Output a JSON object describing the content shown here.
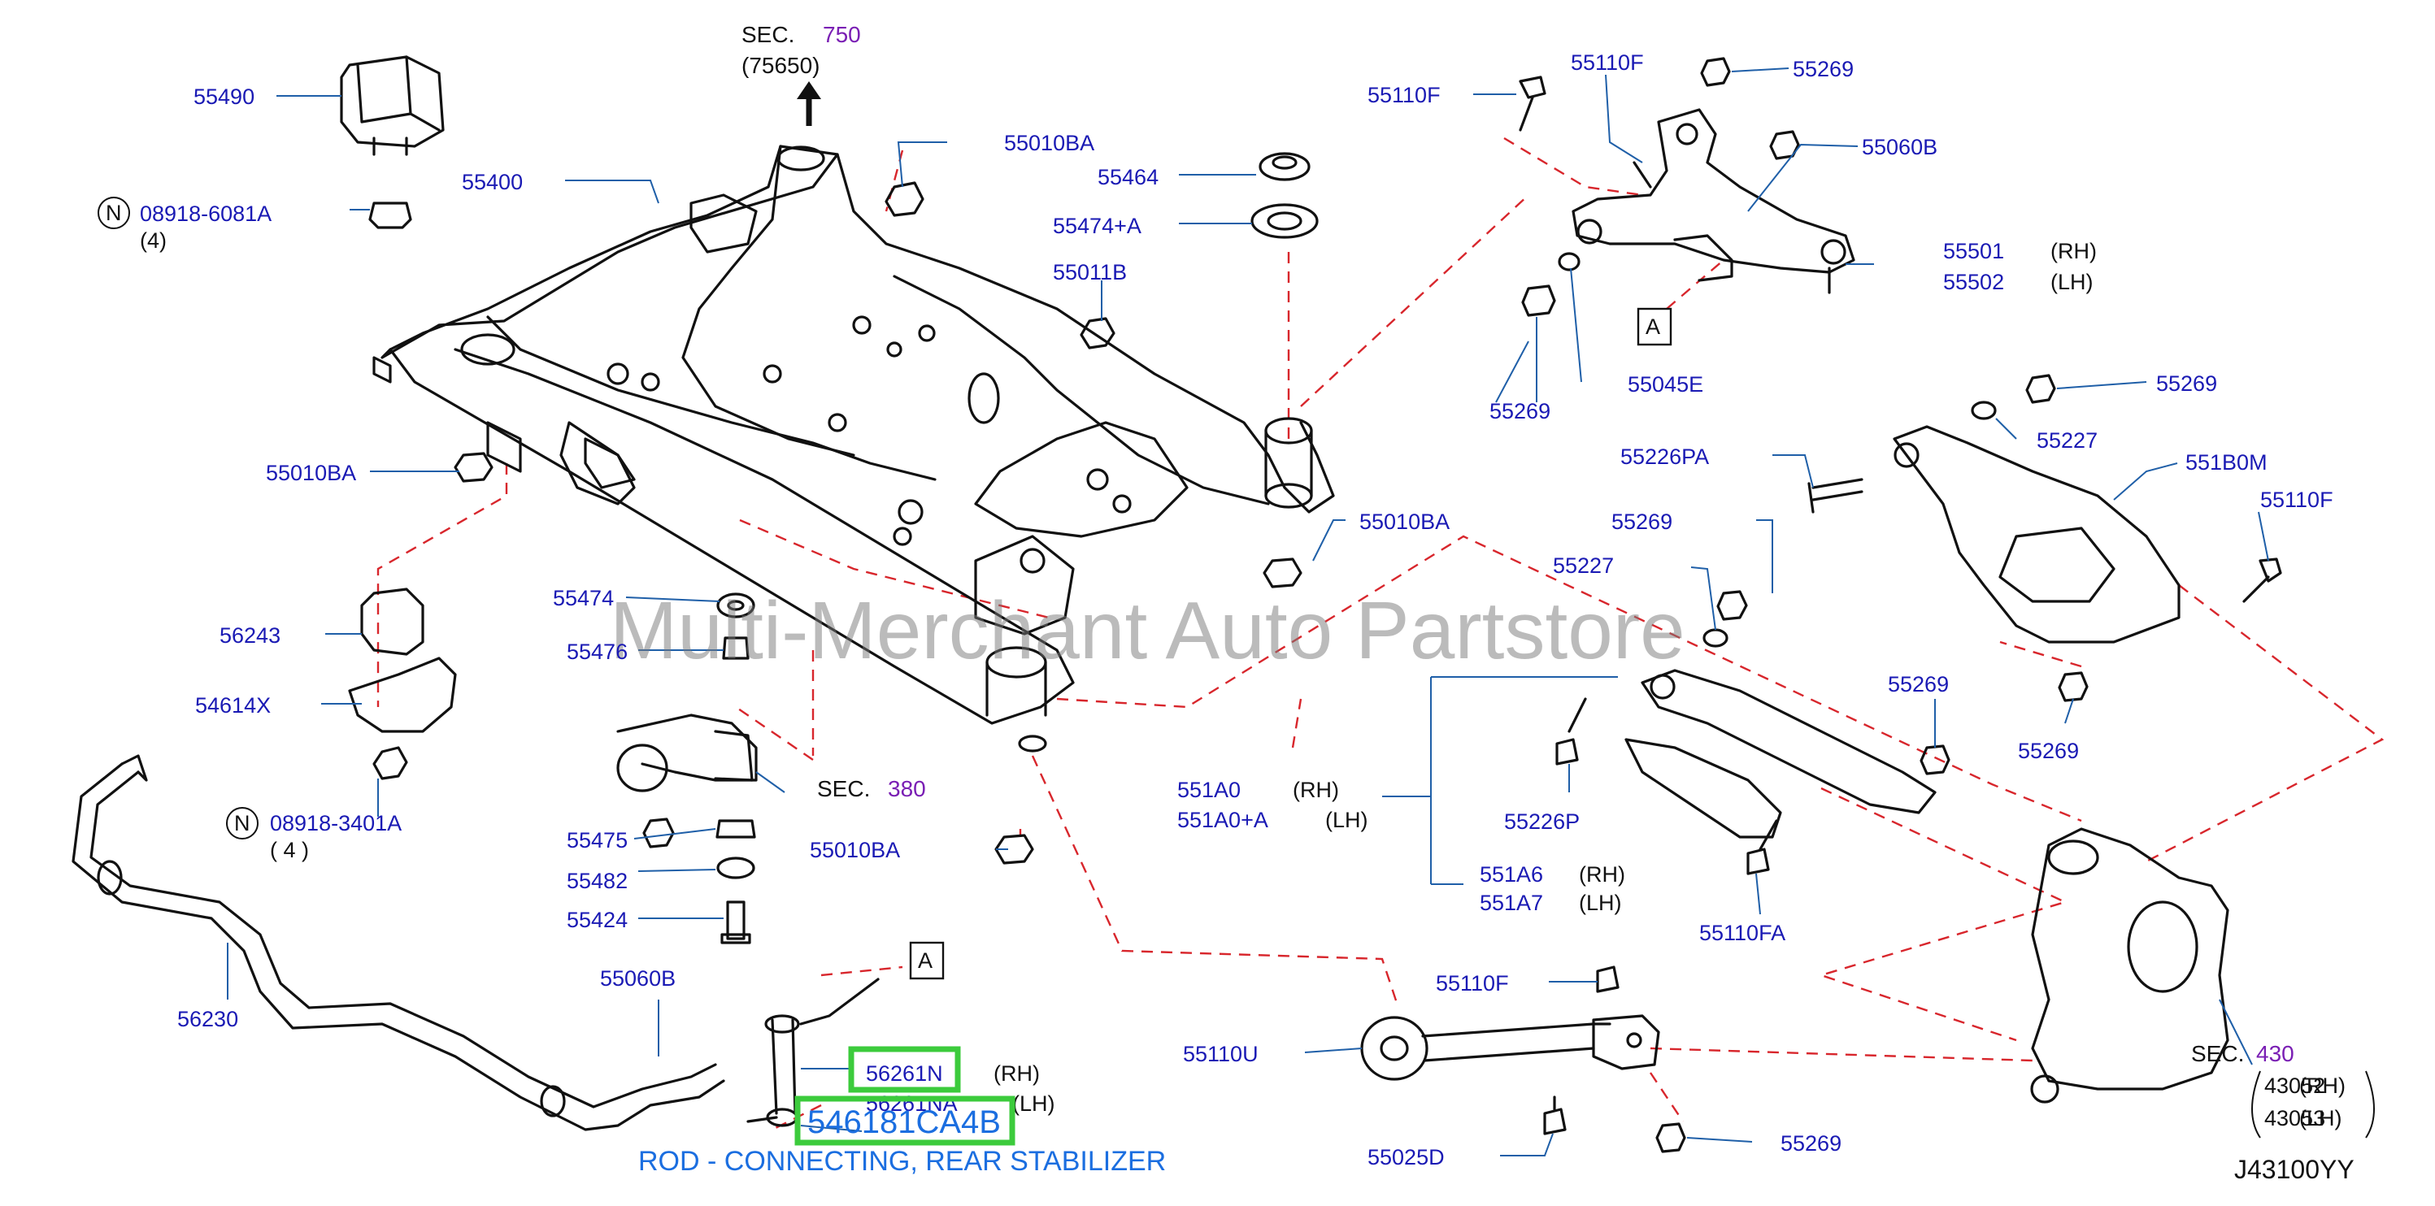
{
  "labels": {
    "p55490": "55490",
    "p08918_6081A": "08918-6081A",
    "q4a": "(4)",
    "p55400": "55400",
    "p55010BA_a": "55010BA",
    "p55464": "55464",
    "p55474A": "55474+A",
    "p55011B": "55011B",
    "p55010BA_b": "55010BA",
    "p55010BA_c": "55010BA",
    "p55010BA_d": "55010BA",
    "p56243": "56243",
    "p54614X": "54614X",
    "p08918_3401A": "08918-3401A",
    "q4b": "( 4 )",
    "p56230": "56230",
    "p55474": "55474",
    "p55476": "55476",
    "p55475": "55475",
    "p55482": "55482",
    "p55424": "55424",
    "p55060B_a": "55060B",
    "p56261N": "56261N",
    "rh_56261": "(RH)",
    "p56261NA": "56261NA",
    "lh_56261": "(LH)",
    "p55110F_a": "55110F",
    "p55110F_b": "55110F",
    "p55269_a": "55269",
    "p55060B_b": "55060B",
    "p55501": "55501",
    "rh_555": "(RH)",
    "p55502": "55502",
    "lh_555": "(LH)",
    "p55269_b": "55269",
    "p55045E": "55045E",
    "p55269_c": "55269",
    "p55227_a": "55227",
    "p55226PA": "55226PA",
    "p551B0M": "551B0M",
    "p55110F_c": "55110F",
    "p55269_d": "55269",
    "p55227_b": "55227",
    "p55269_e": "55269",
    "p55269_f": "55269",
    "p551A0": "551A0",
    "rh_551A0": "(RH)",
    "p551A0A": "551A0+A",
    "lh_551A0": "(LH)",
    "p55226P": "55226P",
    "p551A6": "551A6",
    "rh_551A6": "(RH)",
    "p551A7": "551A7",
    "lh_551A7": "(LH)",
    "p55110FA": "55110FA",
    "p55110F_d": "55110F",
    "p55110U": "55110U",
    "p55269_g": "55269",
    "p55025D": "55025D",
    "p43052": "43052",
    "rh_430": "(RH)",
    "p43053": "43053",
    "lh_430": "(LH)",
    "diagram_code": "J43100YY",
    "callout_a1": "A",
    "callout_a2": "A",
    "n_mark1": "N",
    "n_mark2": "N"
  },
  "sections": {
    "sec750_prefix": "SEC.",
    "sec750_num": "750",
    "sec750_sub": "(75650)",
    "sec380_prefix": "SEC.",
    "sec380_num": "380",
    "sec430_prefix": "SEC.",
    "sec430_num": "430"
  },
  "highlight": {
    "part_number": "546181CA4B",
    "caption": "ROD - CONNECTING, REAR STABILIZER"
  },
  "watermark": "Multi-Merchant Auto Partstore",
  "colors": {
    "label_blue": "#1a1ab4",
    "section_purple": "#7a1fb4",
    "dash_red": "#d8262c",
    "highlight_green": "#3ccb3c",
    "caption_blue": "#1b6ee0"
  }
}
